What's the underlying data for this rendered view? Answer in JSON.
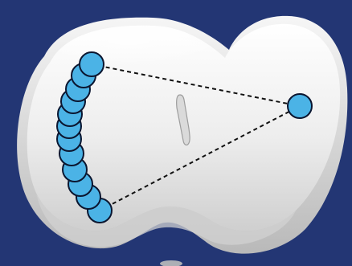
{
  "colors": {
    "background": "#233674",
    "shape_light": "#f4f4f4",
    "shape_mid": "#e2e2e2",
    "shape_dark": "#bdbdbd",
    "node_fill": "#4bb3e6",
    "node_stroke": "#0b1630",
    "line": "#111111"
  },
  "diagram": {
    "arc_node_count": 12,
    "single_node_count": 1,
    "dashed_connectors": 2,
    "connector_style": "dashed"
  }
}
